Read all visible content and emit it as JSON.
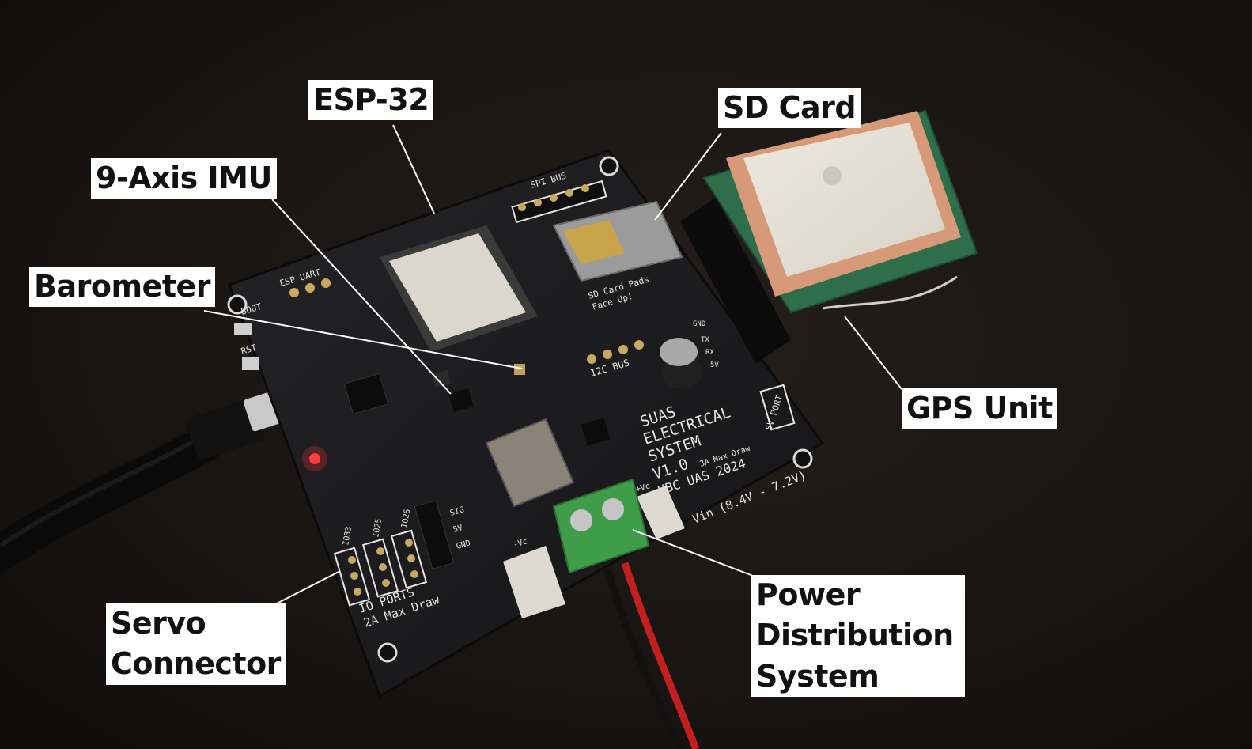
{
  "labels": {
    "esp32": "ESP-32",
    "imu": "9-Axis IMU",
    "barometer": "Barometer",
    "sd_card": "SD Card",
    "gps_unit": "GPS Unit",
    "servo_connector": [
      "Servo",
      "Connector"
    ],
    "power_distribution": [
      "Power",
      "Distribution",
      "System"
    ]
  },
  "silkscreen": {
    "board_title": [
      "SUAS",
      "ELECTRICAL",
      "SYSTEM",
      "V1.0",
      "UBC UAS 2024"
    ],
    "board_current": "3A Max Draw",
    "spi_bus": "SPI BUS",
    "esp_uart": "ESP UART",
    "i2c_bus": "I2C BUS",
    "boot": "BOOT",
    "rst": "RST",
    "sd_pads": [
      "SD Card Pads",
      "Face Up!"
    ],
    "io_ports": [
      "IO PORTS",
      "2A Max Draw"
    ],
    "io_pins": [
      "IO33",
      "IO25",
      "IO26"
    ],
    "servo_pins": [
      "SIG",
      "5V",
      "GND"
    ],
    "vin": "Vin (8.4V - 7.2V)",
    "pos_vc": "+Vc",
    "neg_vc": "-Vc",
    "fiveV_port": "5V PORT",
    "gps_pins": [
      "GND",
      "TX",
      "RX",
      "5V"
    ]
  },
  "colors": {
    "background": "#161311",
    "board": "#1b1b1d",
    "silkscreen": "#e9e6df",
    "terminal_block": "#3f9c48",
    "gps_patch": "#d79a78",
    "led": "#ff3b3b"
  }
}
